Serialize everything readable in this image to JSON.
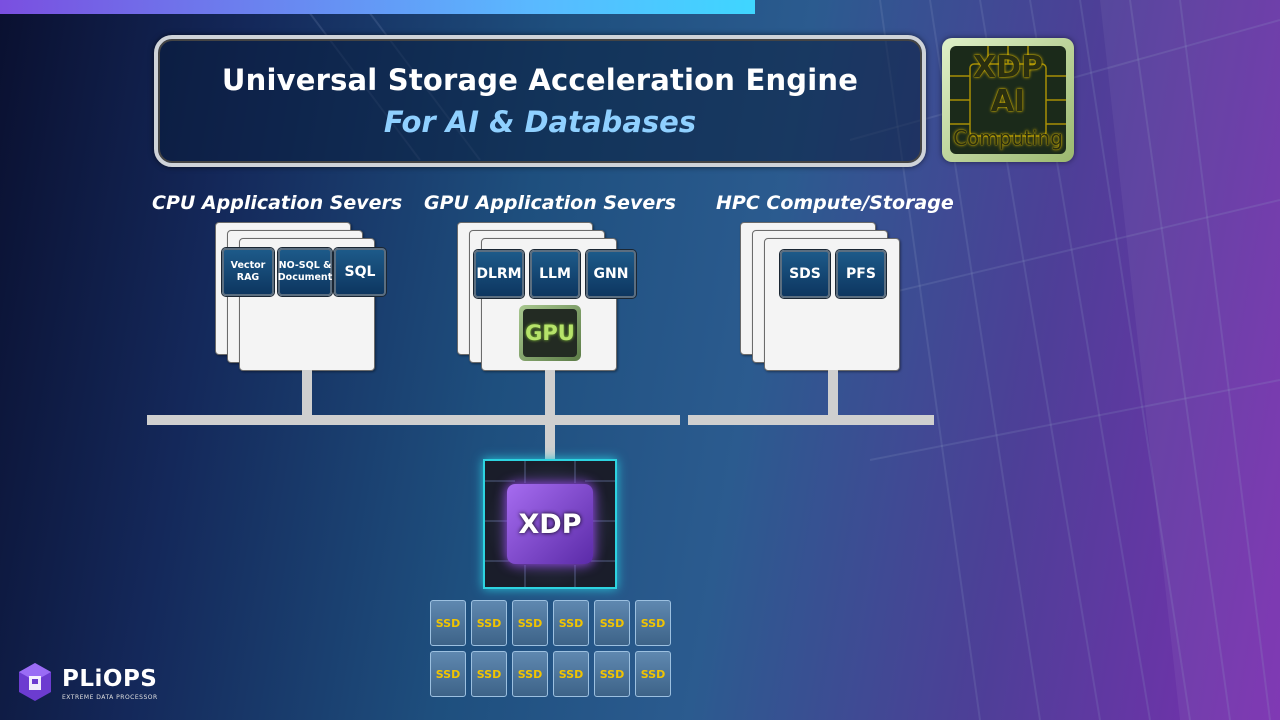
{
  "title": {
    "main": "Universal Storage Acceleration Engine",
    "sub": "For AI & Databases"
  },
  "badge": {
    "line1": "XDP",
    "line2": "AI",
    "line3": "Computing"
  },
  "sections": [
    {
      "label": "CPU Application Severs",
      "apps": [
        "Vector RAG",
        "NO-SQL & Document",
        "SQL"
      ]
    },
    {
      "label": "GPU Application Severs",
      "apps": [
        "DLRM",
        "LLM",
        "GNN"
      ],
      "accelerator": "GPU"
    },
    {
      "label": "HPC Compute/Storage",
      "apps": [
        "SDS",
        "PFS"
      ]
    }
  ],
  "xdp_chip": "XDP",
  "ssd": {
    "label": "SSD",
    "rows": 2,
    "per_row": 6
  },
  "logo": {
    "name": "PLiOPS",
    "tagline": "EXTREME DATA PROCESSOR"
  },
  "icons": {
    "logo_mark": "pliops-cube-icon",
    "chip": "processor-chip-icon"
  }
}
